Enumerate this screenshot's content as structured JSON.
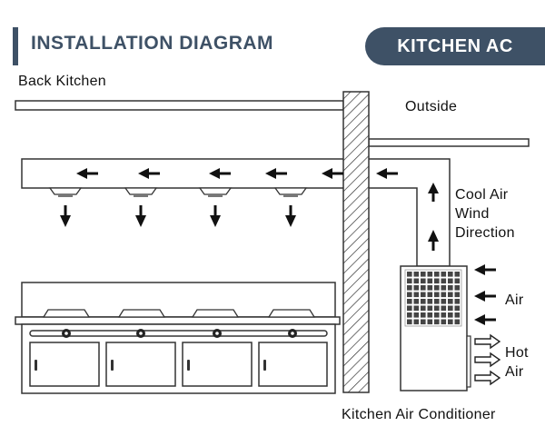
{
  "header": {
    "title": "INSTALLATION DIAGRAM",
    "badge": "KITCHEN AC",
    "accent_color": "#3e5166"
  },
  "labels": {
    "back_kitchen": "Back Kitchen",
    "outside": "Outside",
    "cool_air_lines": [
      "Cool Air",
      "Wind",
      "Direction"
    ],
    "air": "Air",
    "hot_air_lines": [
      "Hot",
      "Air"
    ],
    "unit_caption": "Kitchen Air Conditioner"
  },
  "icons": {
    "duct_flow_arrow": "arrow-left-icon",
    "vent_output_arrow": "arrow-down-icon",
    "riser_arrow": "arrow-up-icon",
    "air_intake_arrow": "arrow-left-icon",
    "hot_air_arrow": "hollow-arrow-right-icon"
  }
}
